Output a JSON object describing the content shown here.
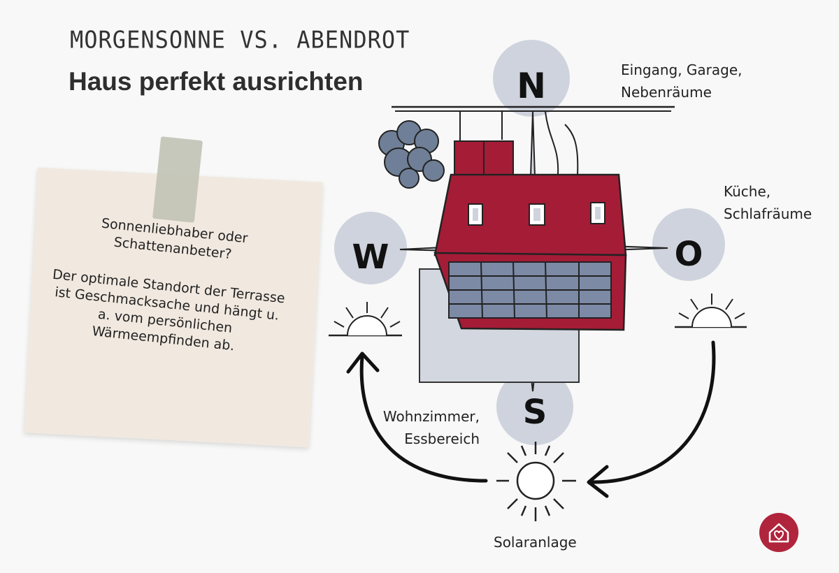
{
  "header": {
    "kicker": "MORGENSONNE VS. ABENDROT",
    "title": "Haus perfekt ausrichten"
  },
  "note": {
    "question": "Sonnenliebhaber oder Schattenanbeter?",
    "body": "Der optimale Standort der Terrasse ist Geschmacksache und hängt u. a. vom persönlichen Wärmeempfinden ab."
  },
  "compass": {
    "north": "N",
    "west": "W",
    "east": "O",
    "south": "S"
  },
  "labels": {
    "north_line1": "Eingang, Garage,",
    "north_line2": "Nebenräume",
    "east_line1": "Küche,",
    "east_line2": "Schlafräume",
    "west_line1": "Wohnzimmer,",
    "west_line2": "Essbereich",
    "south": "Solaranlage"
  },
  "colors": {
    "roof": "#a51c37",
    "circle": "#cfd3de",
    "panel": "#7c8aa6",
    "smoke": "#6f7f97",
    "logo": "#b0243c"
  }
}
